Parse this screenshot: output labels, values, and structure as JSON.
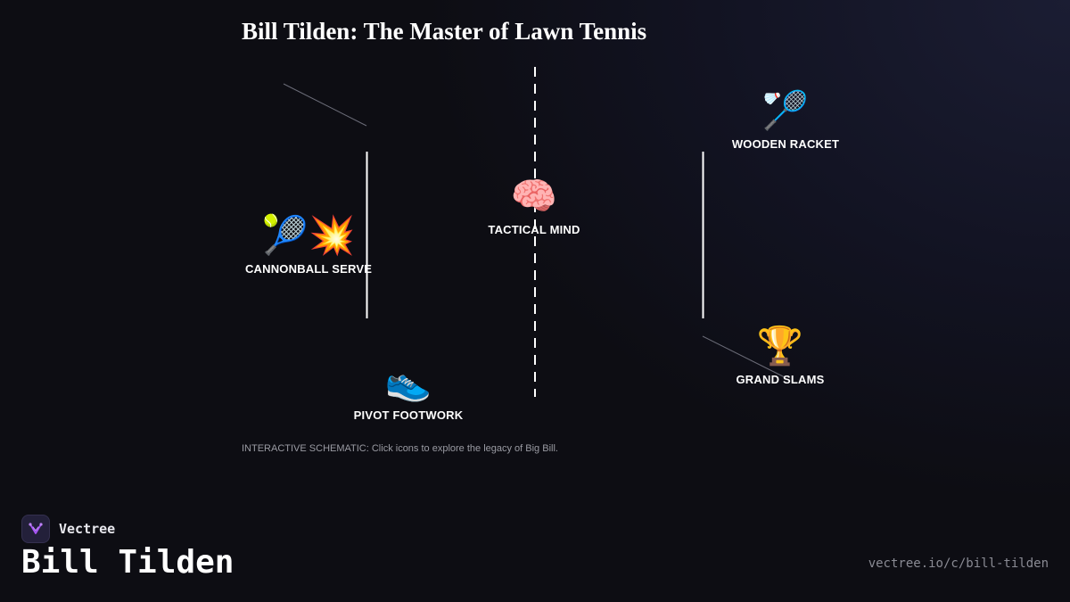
{
  "title": "Bill Tilden: The Master of Lawn Tennis",
  "nodes": {
    "cannonball_serve": {
      "label": "CANNONBALL SERVE",
      "icon": "🎾💥",
      "icon_name": "tennis-serve-icon"
    },
    "tactical_mind": {
      "label": "TACTICAL MIND",
      "icon": "🧠",
      "icon_name": "brain-icon"
    },
    "wooden_racket": {
      "label": "WOODEN RACKET",
      "icon": "🏸",
      "icon_name": "racket-icon"
    },
    "pivot_footwork": {
      "label": "PIVOT FOOTWORK",
      "icon": "👟",
      "icon_name": "sneaker-icon"
    },
    "grand_slams": {
      "label": "GRAND SLAMS",
      "icon": "🏆",
      "icon_name": "trophy-icon"
    }
  },
  "caption": "INTERACTIVE SCHEMATIC: Click icons to explore the legacy of Big Bill.",
  "footer": {
    "brand": "Vectree",
    "name": "Bill Tilden",
    "url": "vectree.io/c/bill-tilden"
  },
  "colors": {
    "background": "#0e0e14",
    "text": "#ffffff",
    "muted": "#8a8b94",
    "brand_accent": "#a855f7"
  }
}
